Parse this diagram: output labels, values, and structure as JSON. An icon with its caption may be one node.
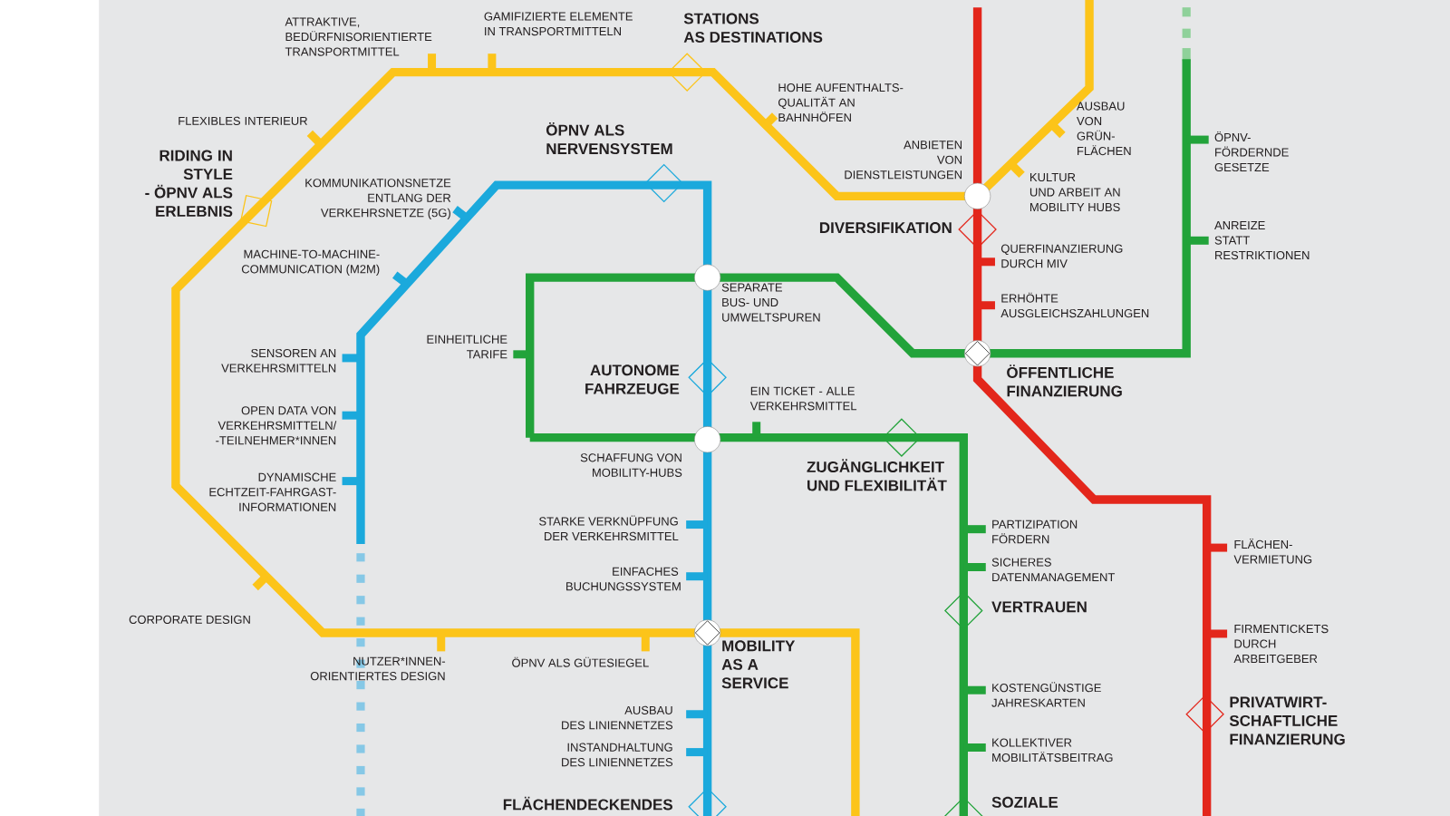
{
  "diagram": {
    "labels": [
      "ATTRAKTIVE, BEDÜRFNISORIENTIERTE TRANSPORTMITTEL",
      "GAMIFIZIERTE ELEMENTE IN TRANSPORTMITTELN",
      "STATIONS AS DESTINATIONS",
      "HOHE AUFENTHALTS- QUALITÄT AN BAHNHÖFEN",
      "AUSBAU VON GRÜN- FLÄCHEN",
      "FLEXIBLES INTERIEUR",
      "RIDING IN STYLE - ÖPNV ALS ERLEBNIS",
      "ÖPNV ALS NERVENSYSTEM",
      "ANBIETEN VON DIENSTLEISTUNGEN",
      "ÖPNV- FÖRDERNDE GESETZE",
      "KOMMUNIKATIONSNETZE ENTLANG DER VERKEHRSNETZE (5G)",
      "KULTUR UND ARBEIT AN MOBILITY HUBS",
      "DIVERSIFIKATION",
      "ANREIZE STATT RESTRIKTIONEN",
      "MACHINE-TO-MACHINE- COMMUNICATION (M2M)",
      "QUERFINANZIERUNG DURCH MIV",
      "SEPARATE BUS- UND UMWELTSPUREN",
      "ERHÖHTE AUSGLEICHSZAHLUNGEN",
      "EINHEITLICHE TARIFE",
      "SENSOREN AN VERKEHRSMITTELN",
      "AUTONOME FAHRZEUGE",
      "ÖFFENTLICHE FINANZIERUNG",
      "EIN TICKET - ALLE VERKEHRSMITTEL",
      "OPEN DATA VON VERKEHRSMITTELN/ -TEILNEHMER*INNEN",
      "SCHAFFUNG VON MOBILITY-HUBS",
      "ZUGÄNGLICHKEIT UND FLEXIBILITÄT",
      "DYNAMISCHE ECHTZEIT-FAHRGAST- INFORMATIONEN",
      "STARKE VERKNÜPFUNG DER VERKEHRSMITTEL",
      "PARTIZIPATION FÖRDERN",
      "FLÄCHEN- VERMIETUNG",
      "EINFACHES BUCHUNGSSYSTEM",
      "SICHERES DATENMANAGEMENT",
      "VERTRAUEN",
      "CORPORATE DESIGN",
      "MOBILITY AS A SERVICE",
      "FIRMENTICKETS DURCH ARBEITGEBER",
      "NUTZER*INNEN- ORIENTIERTES DESIGN",
      "ÖPNV ALS GÜTESIEGEL",
      "KOSTENGÜNSTIGE JAHRESKARTEN",
      "PRIVATWIRT- SCHAFTLICHE FINANZIERUNG",
      "AUSBAU DES LINIENNETZES",
      "INSTANDHALTUNG DES LINIENNETZES",
      "KOLLEKTIVER MOBILITÄTSBEITRAG",
      "FLÄCHENDECKENDES",
      "SOZIALE"
    ]
  }
}
